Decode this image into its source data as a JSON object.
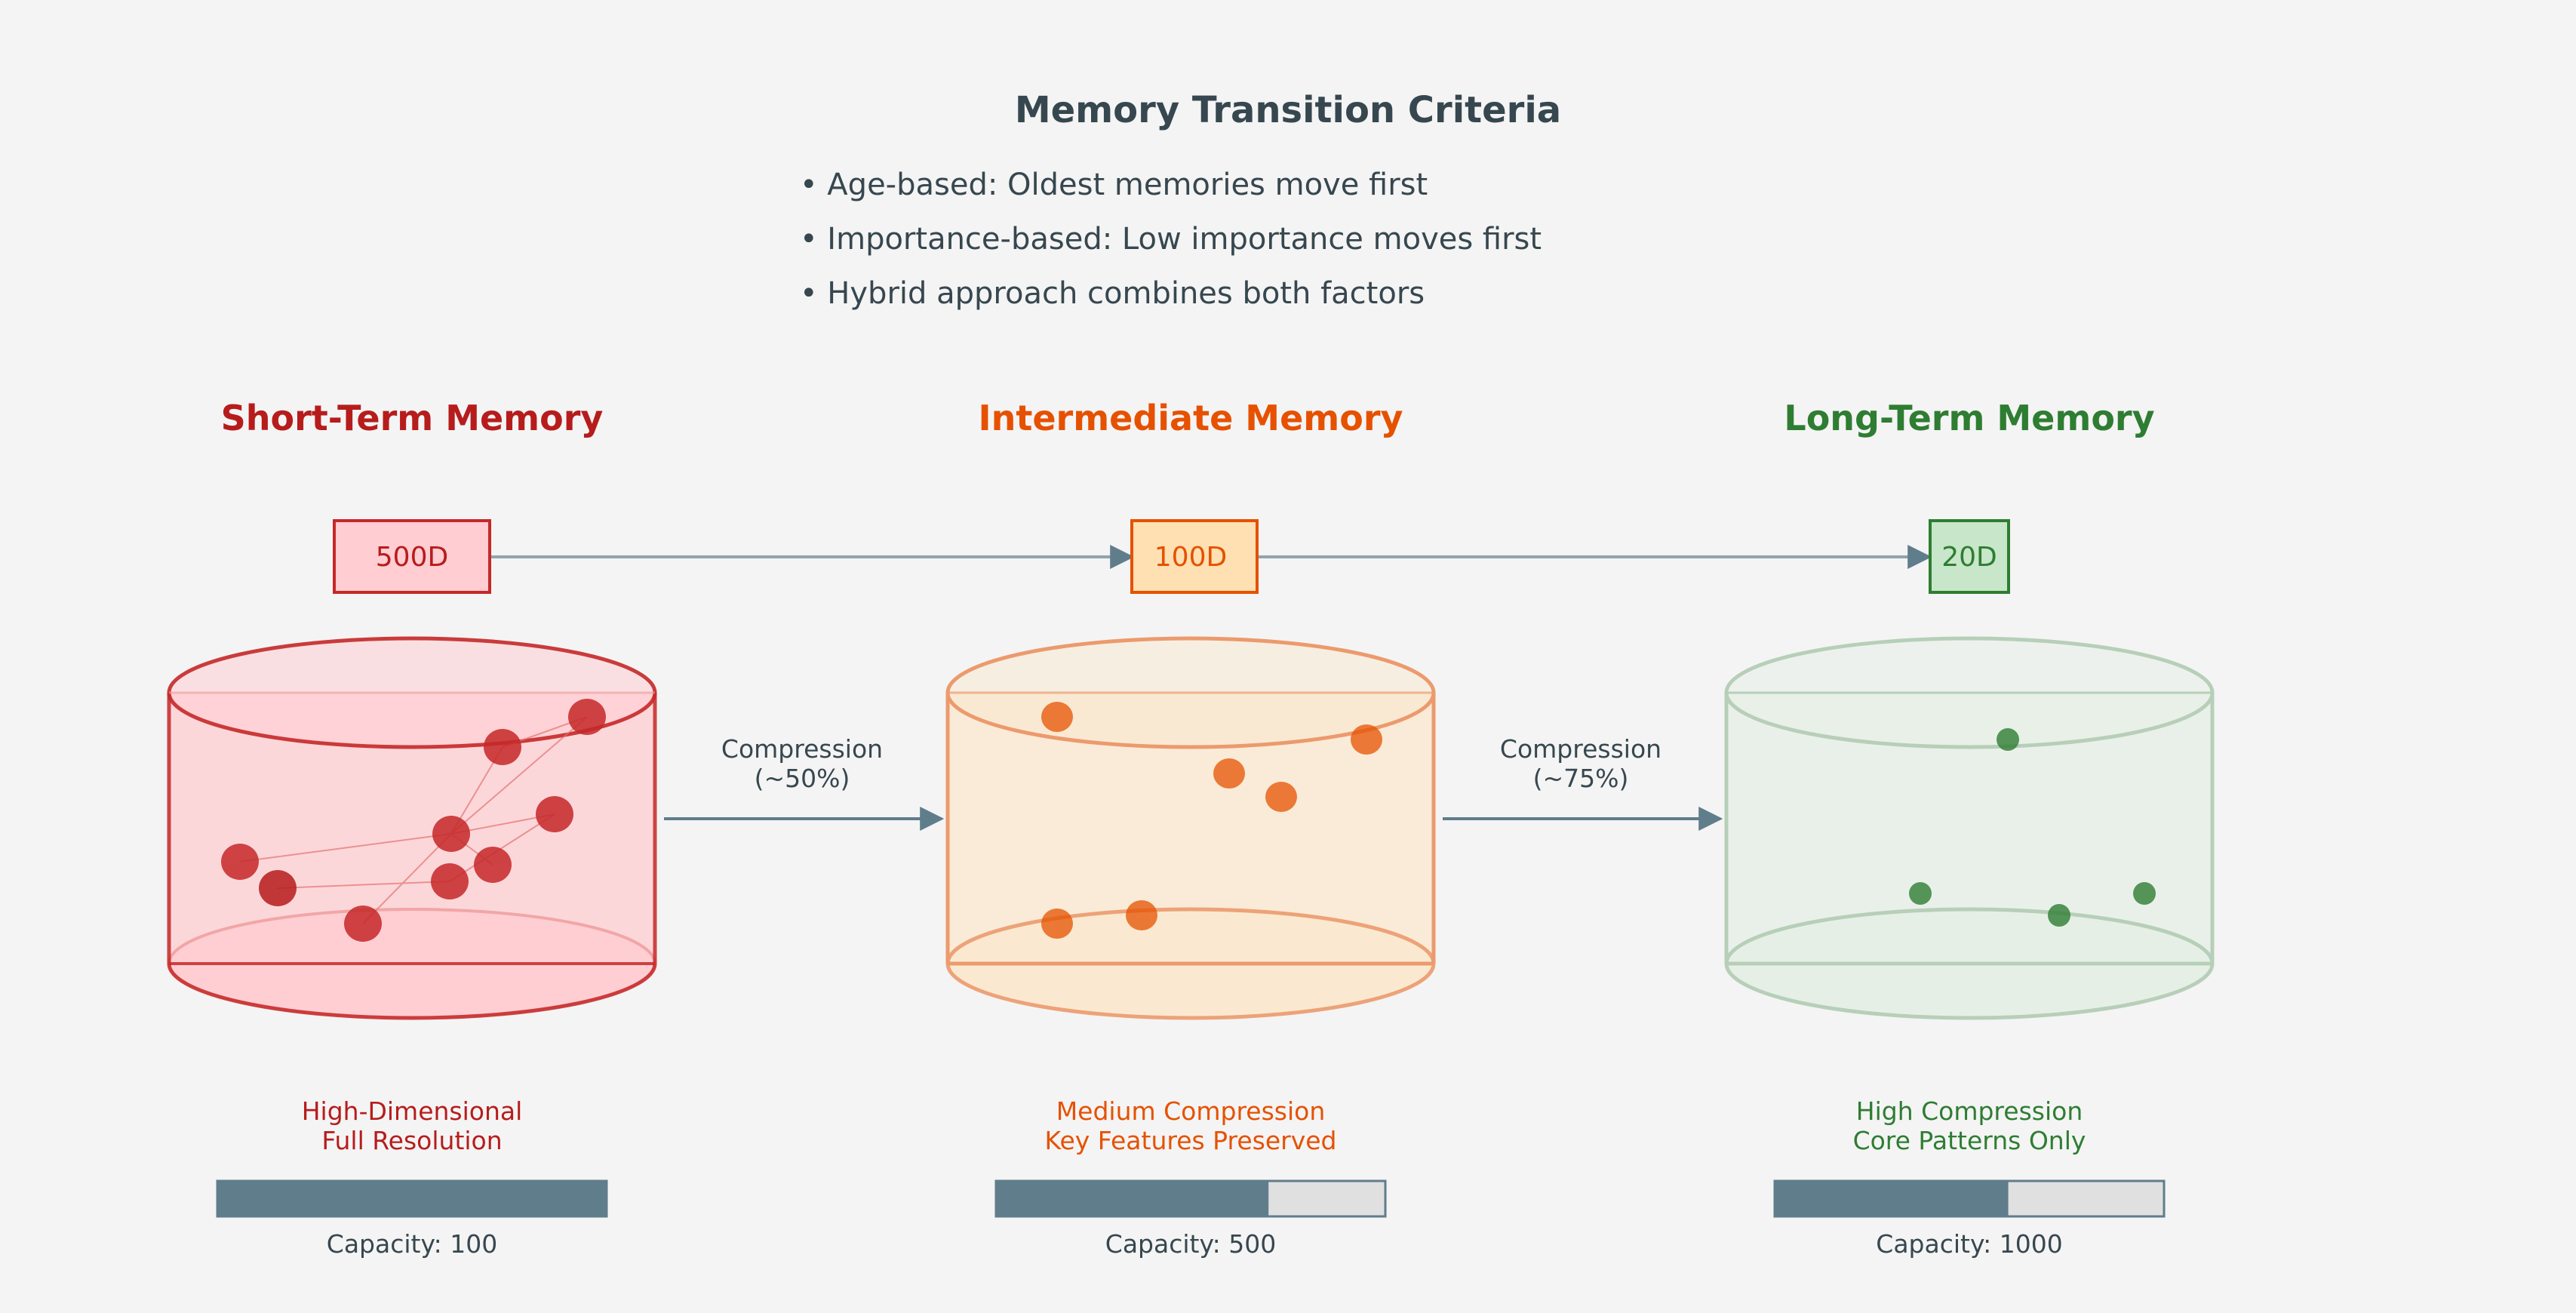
{
  "header": {
    "title": "Memory Transition Criteria",
    "criteria": [
      "• Age-based: Oldest memories move first",
      "• Importance-based: Low importance moves first",
      "• Hybrid approach combines both factors"
    ]
  },
  "stages": [
    {
      "id": "short",
      "title": "Short-Term Memory",
      "dimension": "500D",
      "caption_line1": "High-Dimensional",
      "caption_line2": "Full Resolution",
      "capacity_label": "Capacity: 100",
      "capacity_fill": 1.0,
      "color": "#b71c1c",
      "fill_color": "#ffcdd2",
      "node_color": "#c62828"
    },
    {
      "id": "intermediate",
      "title": "Intermediate Memory",
      "dimension": "100D",
      "caption_line1": "Medium Compression",
      "caption_line2": "Key Features Preserved",
      "capacity_label": "Capacity: 500",
      "capacity_fill": 0.7,
      "color": "#e65100",
      "fill_color": "#ffe0b2",
      "node_color": "#e65100"
    },
    {
      "id": "long",
      "title": "Long-Term Memory",
      "dimension": "20D",
      "caption_line1": "High Compression",
      "caption_line2": "Core Patterns Only",
      "capacity_label": "Capacity: 1000",
      "capacity_fill": 0.6,
      "color": "#2e7d32",
      "fill_color": "#c8e6c9",
      "node_color": "#2e7d32"
    }
  ],
  "transitions": [
    {
      "label_line1": "Compression",
      "label_line2": "(~50%)"
    },
    {
      "label_line1": "Compression",
      "label_line2": "(~75%)"
    }
  ],
  "colors": {
    "background": "#f4f4f4",
    "text": "#37474f",
    "arrow": "#607d8b",
    "bar_fill": "#607d8b",
    "bar_empty": "#e0e0e0"
  }
}
